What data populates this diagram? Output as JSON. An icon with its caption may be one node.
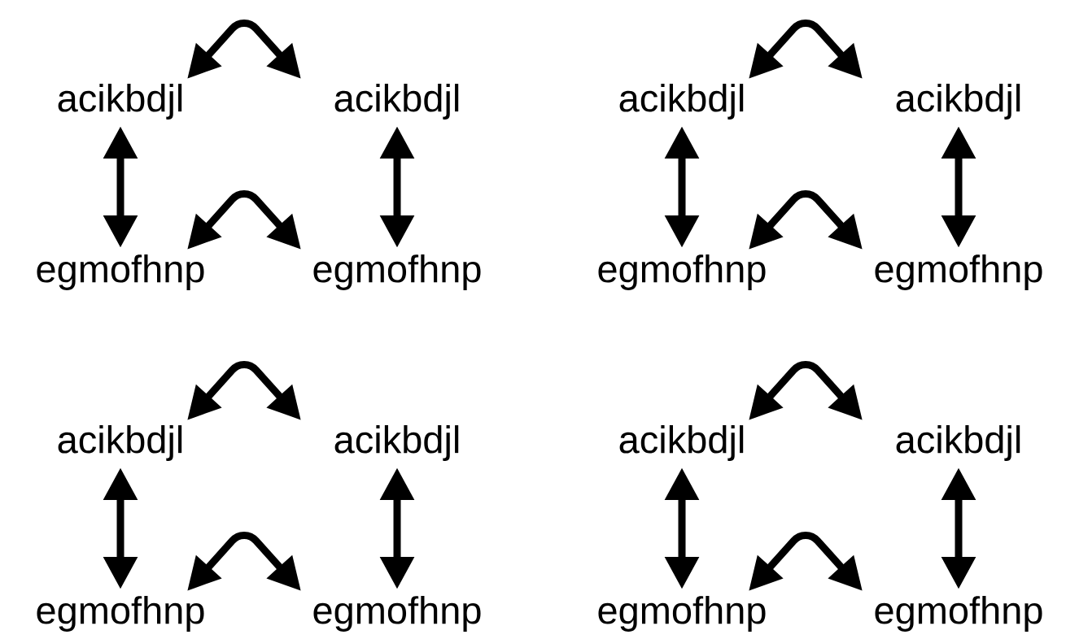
{
  "diagram": {
    "nodes": [
      {
        "text": [
          "acikbdjl"
        ]
      },
      {
        "text": [
          "acikbdjl"
        ]
      },
      {
        "text": [
          "egmofhnp"
        ]
      },
      {
        "text": [
          "egmofhnp"
        ]
      },
      {
        "text": [
          "acikbdjl"
        ]
      },
      {
        "text": [
          "acikbdjl"
        ]
      },
      {
        "text": [
          "egmofhnp"
        ]
      },
      {
        "text": [
          "egmofhnp"
        ]
      },
      {
        "text": [
          "acikbdjl"
        ]
      },
      {
        "text": [
          "acikbdjl"
        ]
      },
      {
        "text": [
          "egmofhnp"
        ]
      },
      {
        "text": [
          "egmofhnp"
        ]
      },
      {
        "text": [
          "acikbdjl"
        ]
      },
      {
        "text": [
          "acikbdjl"
        ]
      },
      {
        "text": [
          "egmofhnp"
        ]
      },
      {
        "text": [
          "egmofhnp"
        ]
      }
    ],
    "edges": [
      {
        "from": 0,
        "to": 1,
        "arrow": "both"
      },
      {
        "from": 0,
        "to": 2,
        "arrow": "both"
      },
      {
        "from": 1,
        "to": 3,
        "arrow": "both"
      },
      {
        "from": 2,
        "to": 3,
        "arrow": "both"
      },
      {
        "from": 4,
        "to": 5,
        "arrow": "both"
      },
      {
        "from": 4,
        "to": 6,
        "arrow": "both"
      },
      {
        "from": 5,
        "to": 7,
        "arrow": "both"
      },
      {
        "from": 6,
        "to": 7,
        "arrow": "both"
      },
      {
        "from": 8,
        "to": 9,
        "arrow": "both"
      },
      {
        "from": 8,
        "to": 10,
        "arrow": "both"
      },
      {
        "from": 9,
        "to": 11,
        "arrow": "both"
      },
      {
        "from": 10,
        "to": 11,
        "arrow": "both"
      },
      {
        "from": 12,
        "to": 13,
        "arrow": "both"
      },
      {
        "from": 12,
        "to": 14,
        "arrow": "both"
      },
      {
        "from": 13,
        "to": 15,
        "arrow": "both"
      },
      {
        "from": 14,
        "to": 15,
        "arrow": "both"
      }
    ]
  }
}
